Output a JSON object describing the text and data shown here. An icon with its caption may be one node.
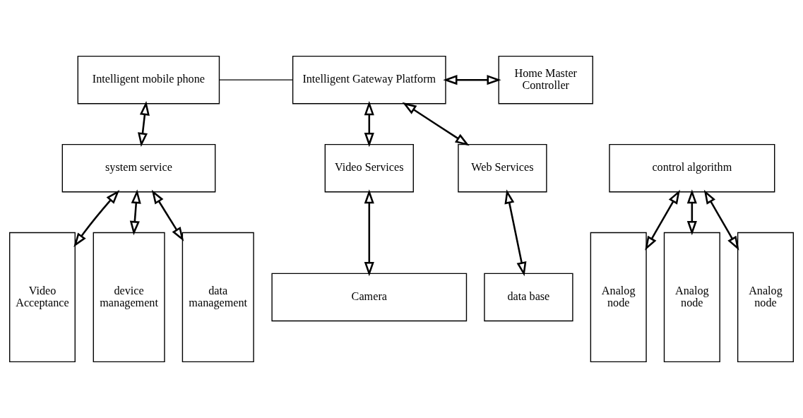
{
  "diagram": {
    "nodes": [
      {
        "text": [
          "Intelligent mobile phone"
        ]
      },
      {
        "text": [
          "Intelligent Gateway Platform"
        ]
      },
      {
        "text": [
          "Home Master Controller"
        ]
      },
      {
        "text": [
          "system service"
        ]
      },
      {
        "text": [
          "Video Services"
        ]
      },
      {
        "text": [
          "Web Services"
        ]
      },
      {
        "text": [
          "control algorithm"
        ]
      },
      {
        "text": [
          "Video Acceptance"
        ]
      },
      {
        "text": [
          "device management"
        ]
      },
      {
        "text": [
          "data management"
        ]
      },
      {
        "text": [
          "data base"
        ]
      },
      {
        "text": [
          "Camera"
        ]
      },
      {
        "text": [
          "Analog node"
        ]
      },
      {
        "text": [
          "Analog node"
        ]
      },
      {
        "text": [
          "Analog node"
        ]
      }
    ],
    "edges": [
      {
        "from": 0,
        "to": 1,
        "arrow": "none"
      },
      {
        "from": 1,
        "to": 2,
        "arrow": "both"
      },
      {
        "from": 0,
        "to": 3,
        "arrow": "both"
      },
      {
        "from": 1,
        "to": 4,
        "arrow": "both"
      },
      {
        "from": 1,
        "to": 5,
        "arrow": "both"
      },
      {
        "from": 3,
        "to": 7,
        "arrow": "both"
      },
      {
        "from": 3,
        "to": 8,
        "arrow": "both"
      },
      {
        "from": 3,
        "to": 9,
        "arrow": "both"
      },
      {
        "from": 4,
        "to": 11,
        "arrow": "both"
      },
      {
        "from": 5,
        "to": 10,
        "arrow": "both"
      },
      {
        "from": 6,
        "to": 12,
        "arrow": "both"
      },
      {
        "from": 6,
        "to": 13,
        "arrow": "both"
      },
      {
        "from": 6,
        "to": 14,
        "arrow": "both"
      }
    ]
  }
}
